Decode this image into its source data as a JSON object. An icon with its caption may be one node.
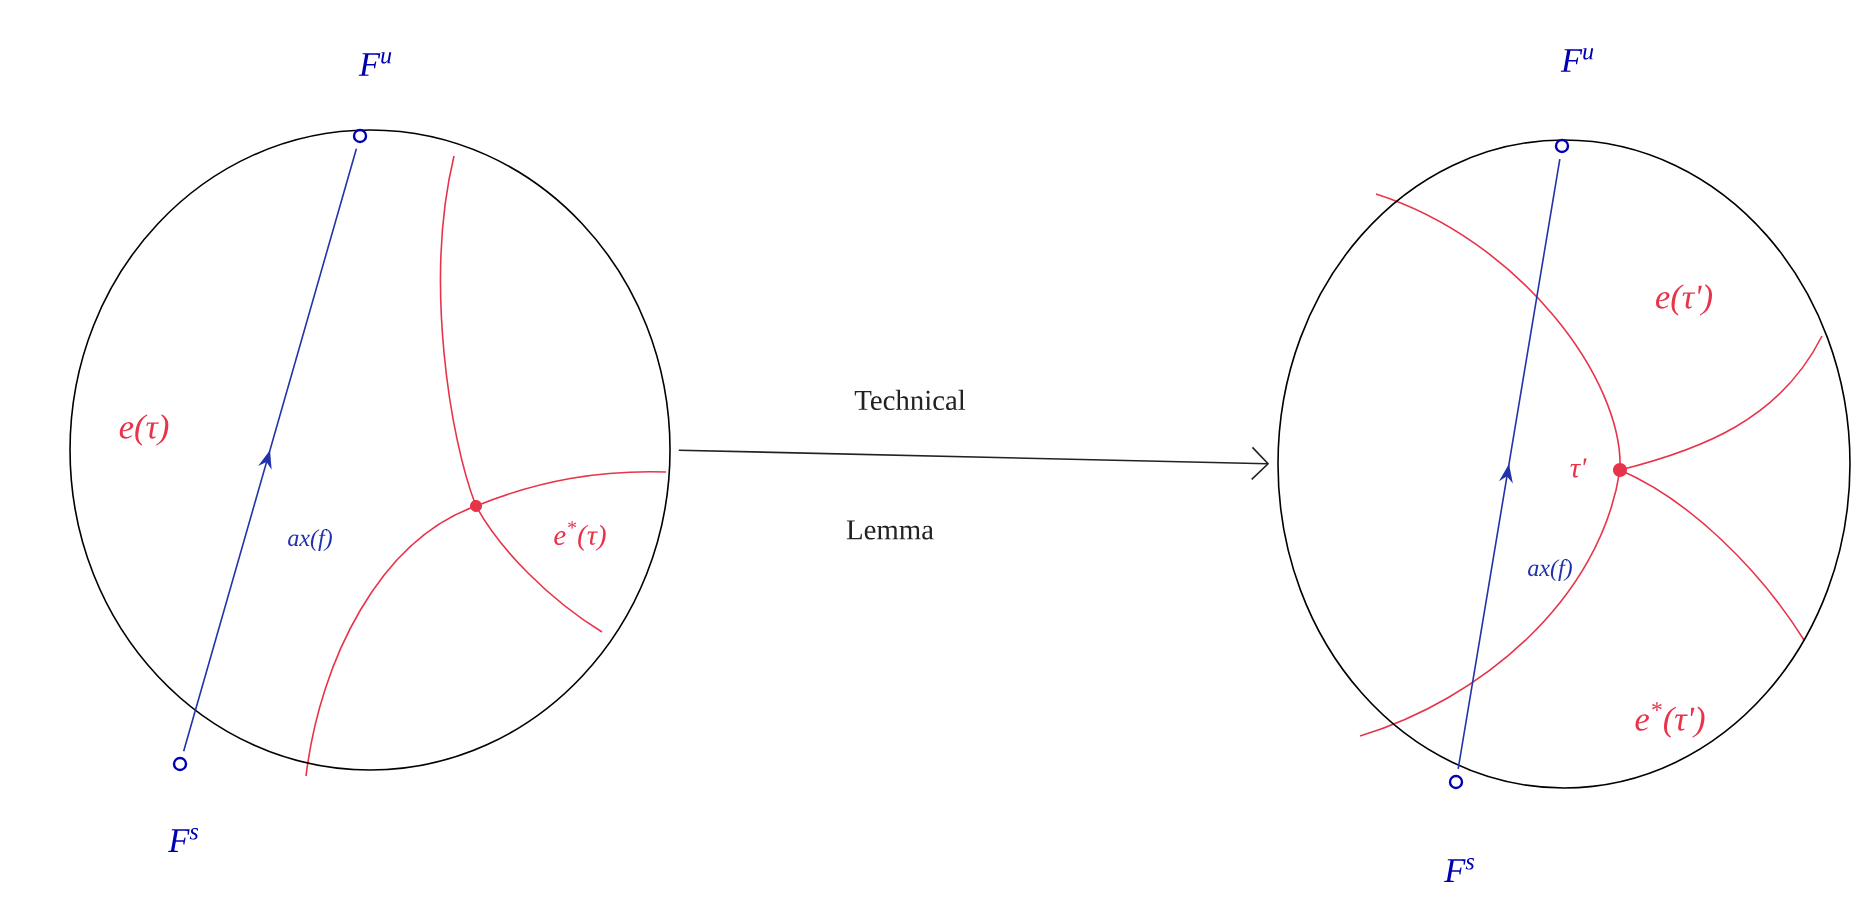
{
  "diagram": {
    "nodes": [
      {
        "text": [],
        "shape": "circle"
      },
      {
        "text": [],
        "shape": "circle",
        "beside": [
          "F$^{u}$"
        ],
        "in": 0
      },
      {
        "text": [],
        "shape": "circle",
        "beside": [
          "F$^{s}$"
        ],
        "in": 0
      },
      {
        "text": [],
        "shape": "circle"
      },
      {
        "text": [],
        "shape": "circle",
        "beside": [
          "F$^{u}$"
        ],
        "in": 3
      },
      {
        "text": [],
        "shape": "circle",
        "beside": [
          "F$^{s}$"
        ],
        "in": 3
      }
    ],
    "edges": [
      {
        "from": 0,
        "to": 3,
        "arrow": "to",
        "label": "Technical",
        "color": "#222222"
      },
      {
        "from": 2,
        "to": 1,
        "arrow": "to",
        "label": "ax(f)",
        "color": "#2233aa"
      },
      {
        "from": 5,
        "to": 4,
        "arrow": "to",
        "label": "ax(f)",
        "color": "#2233aa"
      }
    ],
    "labels": [
      "Lemma",
      "e(τ)",
      "e$^{*}$(τ)",
      "e(τ')",
      "τ'",
      "e$^{*}$(τ')"
    ]
  }
}
